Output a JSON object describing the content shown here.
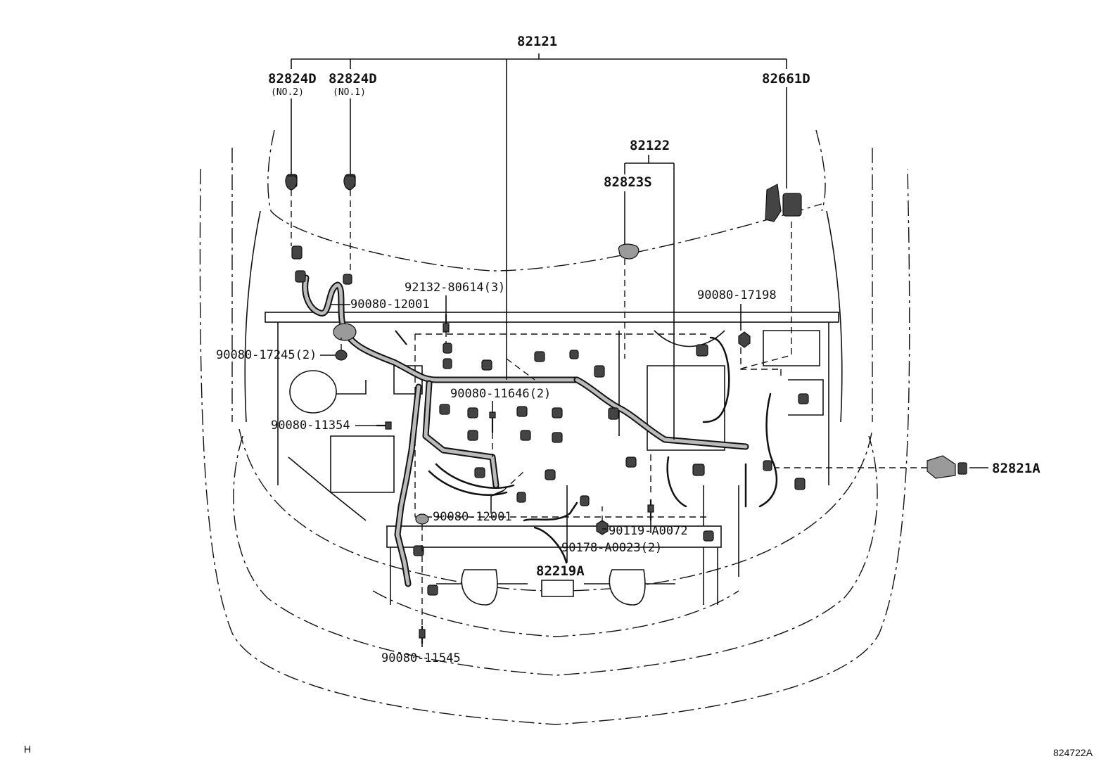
{
  "labels": {
    "main_harness": "82121",
    "clamp_no2": "82824D",
    "clamp_no2_note": "(NO.2)",
    "clamp_no1": "82824D",
    "clamp_no1_note": "(NO.1)",
    "relay_block": "82661D",
    "sub_harness": "82122",
    "sub_harness_cover": "82823S",
    "stud_bolt": "92132-80614(3)",
    "clip_90080_12001_top": "90080-12001",
    "clip_90080_17198": "90080-17198",
    "clip_90080_17245": "90080-17245(2)",
    "clip_90080_11646": "90080-11646(2)",
    "bolt_90080_11354": "90080-11354",
    "clip_90080_12001_bottom": "90080-12001",
    "bolt_90119_a0072": "90119-A0072",
    "nut_90178_a0023": "90178-A0023(2)",
    "connector_82219a": "82219A",
    "bolt_90080_11545": "90080-11545",
    "bracket_82821a": "82821A"
  },
  "corner": {
    "left_mark": "H",
    "figure_id": "824722A"
  }
}
